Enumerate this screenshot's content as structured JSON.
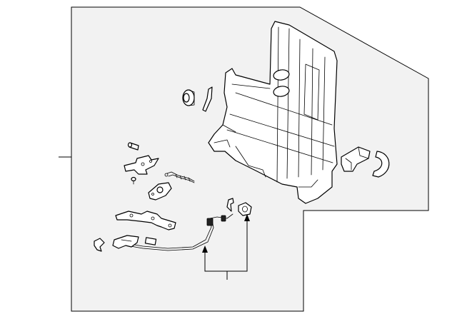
{
  "diagram": {
    "frame": "parts-callout-frame",
    "background": "#f2f2f2",
    "line_color": "#000000",
    "parts": [
      "seat-back-frame",
      "bumper-stopper",
      "clip",
      "end-cover",
      "curved-trim",
      "pin",
      "latch-bracket",
      "tension-spring",
      "small-bolt",
      "striker-plate",
      "mounting-plate",
      "cable-assembly",
      "release-clip",
      "cable-end-cap",
      "release-handle-bracket",
      "hook-clip"
    ]
  }
}
